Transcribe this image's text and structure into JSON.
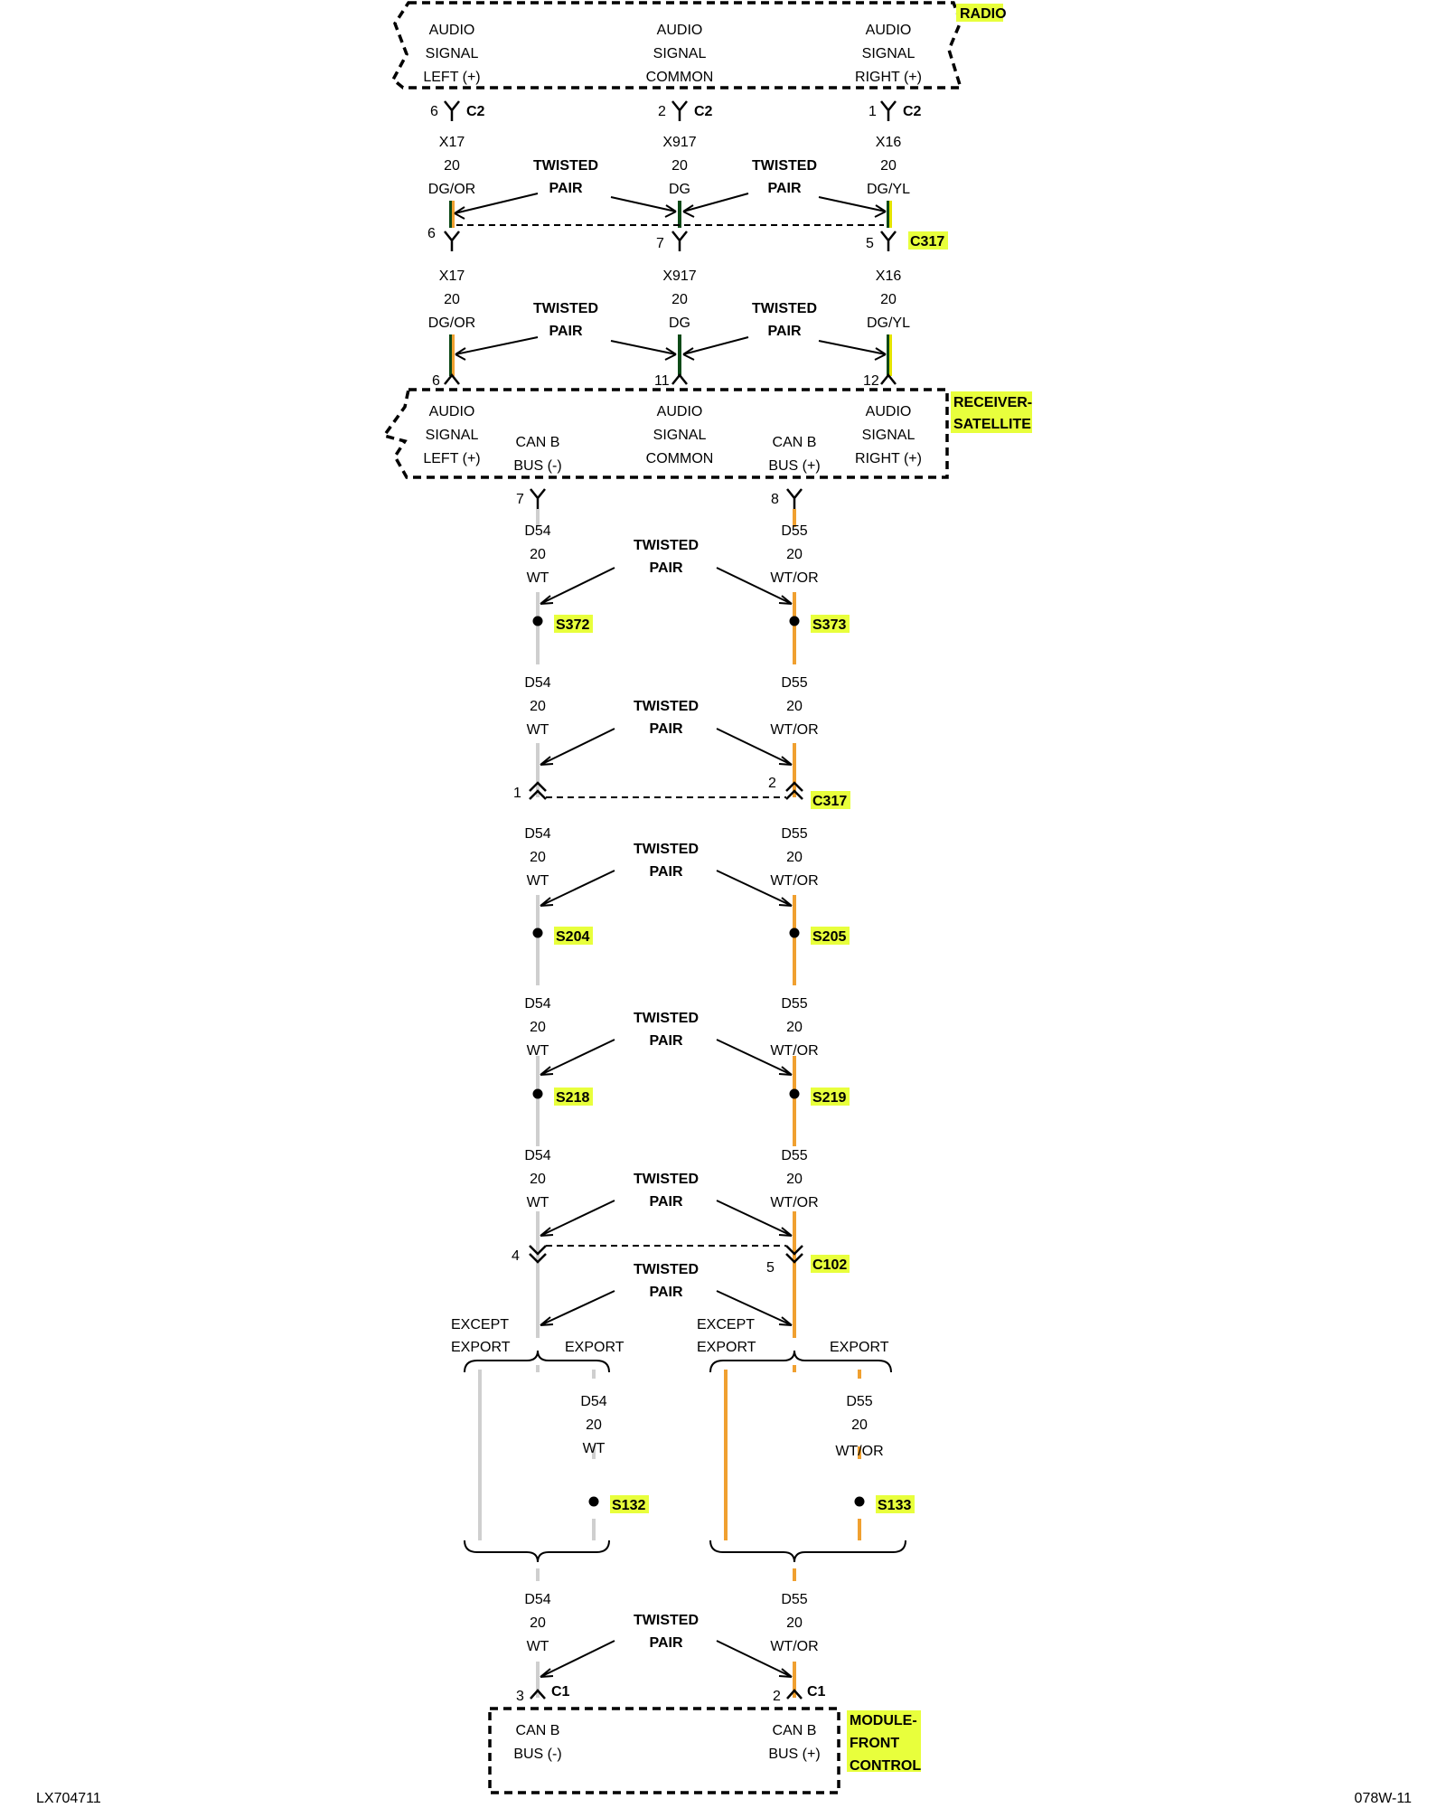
{
  "components": {
    "radio": {
      "name": "RADIO",
      "pins": [
        {
          "lines": [
            "AUDIO",
            "SIGNAL",
            "LEFT (+)"
          ]
        },
        {
          "lines": [
            "AUDIO",
            "SIGNAL",
            "COMMON"
          ]
        },
        {
          "lines": [
            "AUDIO",
            "SIGNAL",
            "RIGHT (+)"
          ]
        }
      ]
    },
    "receiver": {
      "name_lines": [
        "RECEIVER-",
        "SATELLITE"
      ],
      "pins": [
        {
          "lines": [
            "AUDIO",
            "SIGNAL",
            "LEFT (+)"
          ]
        },
        {
          "lines": [
            "CAN B",
            "BUS (-)"
          ]
        },
        {
          "lines": [
            "AUDIO",
            "SIGNAL",
            "COMMON"
          ]
        },
        {
          "lines": [
            "CAN B",
            "BUS (+)"
          ]
        },
        {
          "lines": [
            "AUDIO",
            "SIGNAL",
            "RIGHT (+)"
          ]
        }
      ]
    },
    "module": {
      "name_lines": [
        "MODULE-",
        "FRONT",
        "CONTROL"
      ],
      "pins": [
        {
          "lines": [
            "CAN B",
            "BUS (-)"
          ]
        },
        {
          "lines": [
            "CAN B",
            "BUS (+)"
          ]
        }
      ]
    }
  },
  "connectors": {
    "c2": "C2",
    "c317": "C317",
    "c102": "C102",
    "c1": "C1"
  },
  "pin_numbers": {
    "radio": [
      "6",
      "2",
      "1"
    ],
    "c317_upper": [
      "6",
      "7",
      "5"
    ],
    "receiver_audio": [
      "6",
      "11",
      "12"
    ],
    "receiver_can": [
      "7",
      "8"
    ],
    "c317_can": [
      "1",
      "2"
    ],
    "c102": [
      "4",
      "5"
    ],
    "c1": [
      "3",
      "2"
    ]
  },
  "wires": {
    "x17": [
      "X17",
      "20",
      "DG/OR"
    ],
    "x917": [
      "X917",
      "20",
      "DG"
    ],
    "x16": [
      "X16",
      "20",
      "DG/YL"
    ],
    "d54": [
      "D54",
      "20",
      "WT"
    ],
    "d55": [
      "D55",
      "20",
      "WT/OR"
    ]
  },
  "twisted_pair": [
    "TWISTED",
    "PAIR"
  ],
  "splices": {
    "s372": "S372",
    "s373": "S373",
    "s204": "S204",
    "s205": "S205",
    "s218": "S218",
    "s219": "S219",
    "s132": "S132",
    "s133": "S133"
  },
  "options": {
    "except_export": [
      "EXCEPT",
      "EXPORT"
    ],
    "export": "EXPORT"
  },
  "footer": {
    "left": "LX704711",
    "right": "078W-11"
  },
  "colors": {
    "dark_green": "#0d4a17",
    "orange": "#f0a030",
    "yellow": "#e4e400",
    "white_wire": "#cfcfcf",
    "highlight": "#e8ff3c"
  }
}
